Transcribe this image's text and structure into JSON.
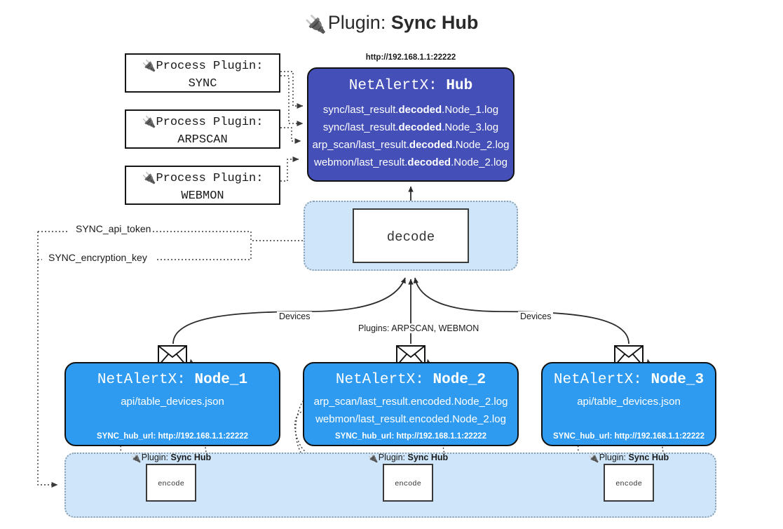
{
  "title": {
    "icon": "plug-icon",
    "prefix": "Plugin:",
    "name": "Sync Hub"
  },
  "process_plugins": [
    {
      "icon": "plug-icon",
      "line1": "Process Plugin:",
      "line2": "SYNC"
    },
    {
      "icon": "plug-icon",
      "line1": "Process Plugin:",
      "line2": "ARPSCAN"
    },
    {
      "icon": "plug-icon",
      "line1": "Process Plugin:",
      "line2": "WEBMON"
    }
  ],
  "hub": {
    "url": "http://192.168.1.1:22222",
    "title_prefix": "NetAlertX:",
    "title_name": "Hub",
    "lines": [
      {
        "pre": "sync/last_result.",
        "em": "decoded",
        "post": ".Node_1.log"
      },
      {
        "pre": "sync/last_result.",
        "em": "decoded",
        "post": ".Node_3.log"
      },
      {
        "pre": "arp_scan/last_result.",
        "em": "decoded",
        "post": ".Node_2.log"
      },
      {
        "pre": "webmon/last_result.",
        "em": "decoded",
        "post": ".Node_2.log"
      }
    ]
  },
  "decode": {
    "label": "decode"
  },
  "secrets": [
    {
      "label": "SYNC_api_token"
    },
    {
      "label": "SYNC_encryption_key"
    }
  ],
  "edge_labels": {
    "devices_left": "Devices",
    "devices_right": "Devices",
    "plugins_mid": "Plugins: ARPSCAN, WEBMON"
  },
  "nodes": [
    {
      "title_prefix": "NetAlertX:",
      "title_name": "Node_1",
      "icon": "envelope-icon",
      "lines": [
        "api/table_devices.json"
      ],
      "footer": "SYNC_hub_url: http://192.168.1.1:22222"
    },
    {
      "title_prefix": "NetAlertX:",
      "title_name": "Node_2",
      "icon": "envelope-icon",
      "lines": [
        "arp_scan/last_result.encoded.Node_2.log",
        "webmon/last_result.encoded.Node_2.log"
      ],
      "footer": "SYNC_hub_url: http://192.168.1.1:22222"
    },
    {
      "title_prefix": "NetAlertX:",
      "title_name": "Node_3",
      "icon": "envelope-icon",
      "lines": [
        "api/table_devices.json"
      ],
      "footer": "SYNC_hub_url: http://192.168.1.1:22222"
    }
  ],
  "encoders": [
    {
      "icon": "plug-icon",
      "label_prefix": "Plugin:",
      "label_name": "Sync Hub",
      "box_label": "encode"
    },
    {
      "icon": "plug-icon",
      "label_prefix": "Plugin:",
      "label_name": "Sync Hub",
      "box_label": "encode"
    },
    {
      "icon": "plug-icon",
      "label_prefix": "Plugin:",
      "label_name": "Sync Hub",
      "box_label": "encode"
    }
  ],
  "colors": {
    "hub_fill": "#4450b8",
    "node_fill": "#2e9bf0",
    "cluster_fill": "#cfe5f9",
    "stroke": "#333333",
    "background": "#ffffff"
  }
}
